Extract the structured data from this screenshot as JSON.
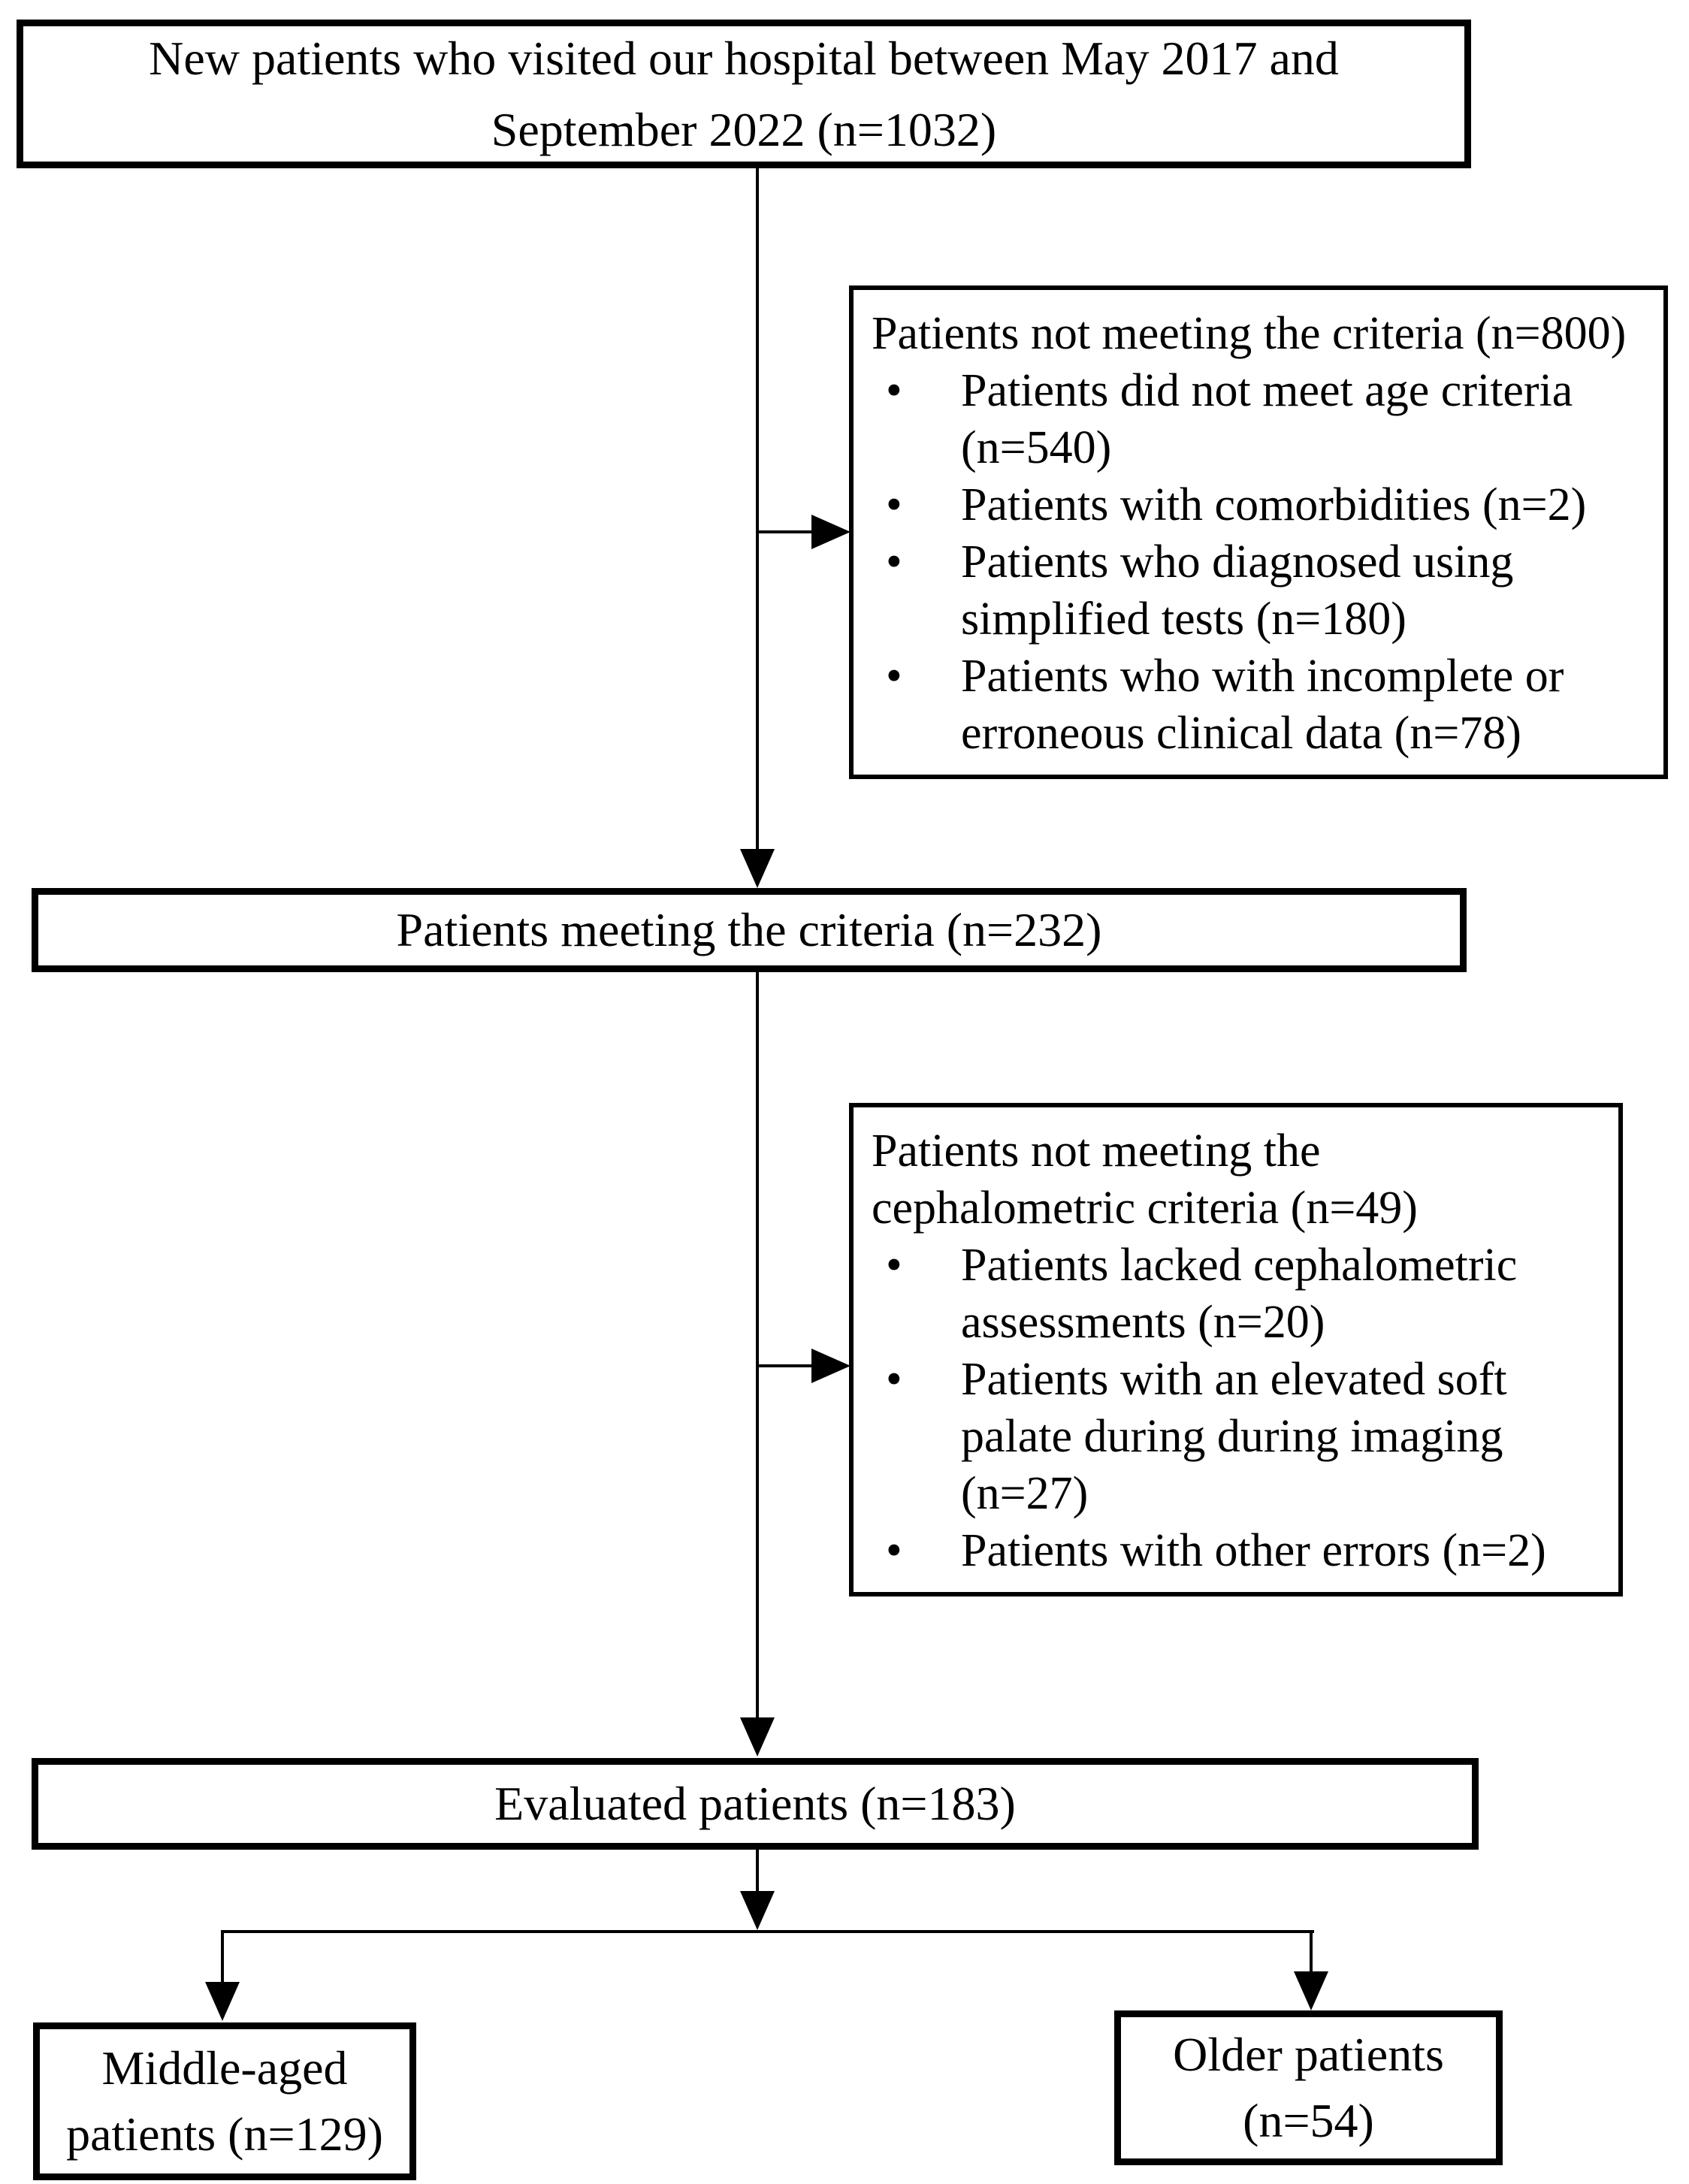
{
  "diagram": {
    "bullet_char": "•",
    "colors": {
      "line": "#000000",
      "box_border": "#000000",
      "background": "#ffffff",
      "text": "#000000"
    },
    "nodes": {
      "new_patients": "New patients who visited our hospital between May 2017 and\nSeptember 2022 (n=1032)",
      "exclusion1": {
        "title": "Patients not meeting the criteria (n=800)",
        "bullets": [
          "Patients did not meet age criteria\n(n=540)",
          "Patients with comorbidities (n=2)",
          "Patients who diagnosed using\nsimplified tests (n=180)",
          "Patients who with incomplete or\nerroneous clinical data (n=78)"
        ]
      },
      "meeting": "Patients meeting the criteria (n=232)",
      "exclusion2": {
        "title": "Patients not meeting the\ncephalometric criteria (n=49)",
        "bullets": [
          "Patients lacked cephalometric\nassessments (n=20)",
          "Patients with an elevated soft\npalate during during imaging\n(n=27)",
          "Patients with other errors (n=2)"
        ]
      },
      "evaluated": "Evaluated patients (n=183)",
      "middle_aged": "Middle-aged\npatients (n=129)",
      "older": "Older patients\n(n=54)"
    }
  }
}
